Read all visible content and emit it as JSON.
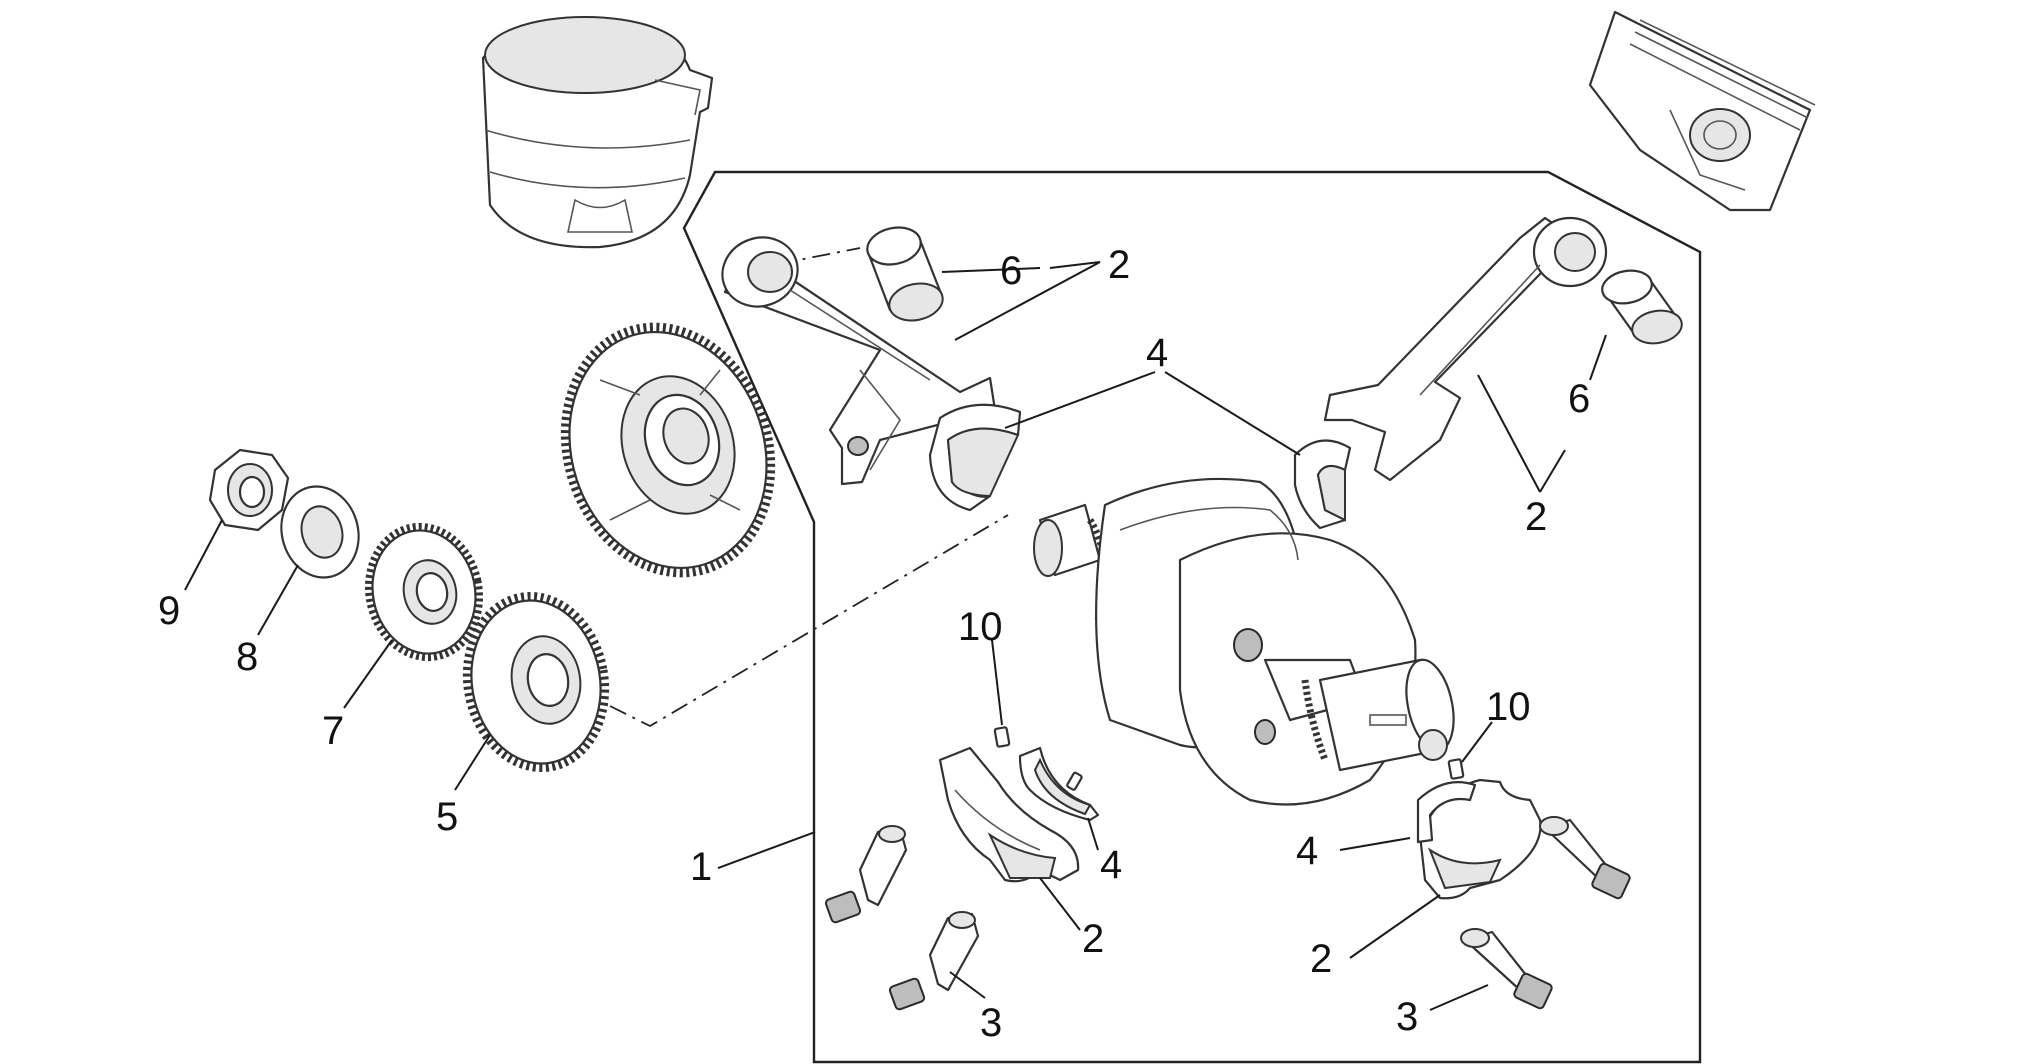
{
  "diagram": {
    "callouts": {
      "c1": "1",
      "c2_top": "2",
      "c2_right": "2",
      "c2_bottom_left": "2",
      "c2_bottom_right": "2",
      "c3_left": "3",
      "c3_right": "3",
      "c4_top": "4",
      "c4_left_bottom": "4",
      "c4_right_bottom": "4",
      "c5": "5",
      "c6_top": "6",
      "c6_right": "6",
      "c7": "7",
      "c8": "8",
      "c9": "9",
      "c10_left": "10",
      "c10_right": "10"
    }
  }
}
